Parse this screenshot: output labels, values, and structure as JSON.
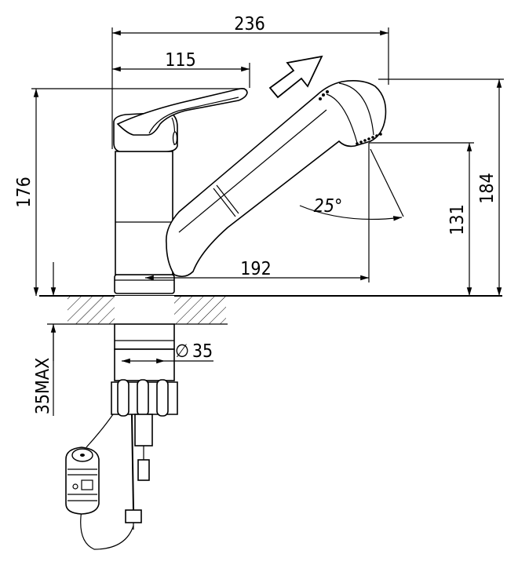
{
  "dimensions": {
    "overall_length": "236",
    "lever_length": "115",
    "body_height": "176",
    "spout_reach": "192",
    "outlet_height": "131",
    "top_height": "184",
    "pullout_angle": "25°",
    "hole_diameter_symbol": "∅",
    "hole_diameter": "35",
    "max_counter_thickness": "35MAX"
  },
  "parts": {
    "faucet": "single-lever pull-out kitchen faucet",
    "flow_direction_icon": "arrow-up-right-icon"
  }
}
